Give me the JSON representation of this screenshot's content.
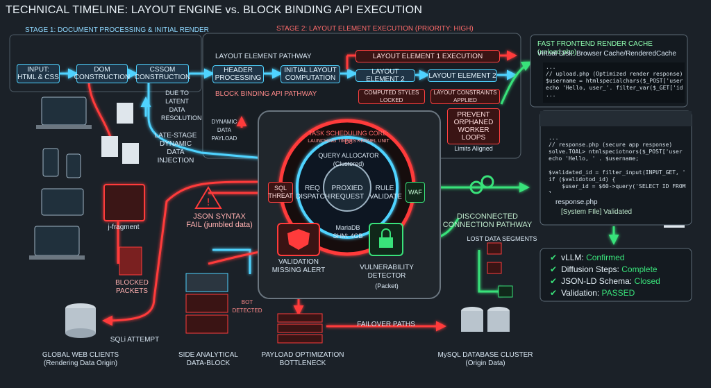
{
  "title": "TECHNICAL TIMELINE: LAYOUT ENGINE vs. BLOCK BINDING API EXECUTION",
  "stage1": "STAGE 1: DOCUMENT PROCESSING & INITIAL RENDER",
  "stage2": "STAGE 2: LAYOUT ELEMENT EXECUTION (PRIORITY: HIGH)",
  "pipeline": {
    "input": "INPUT:\nHTML & CSS",
    "dom": "DOM\nCONSTRUCTION",
    "cssom": "CSSOM\nCONSTRUCTION",
    "due_latent": "DUE TO\nLATENT\nDATA\nRESOLUTION",
    "late_stage": "LATE-STAGE\nDYNAMIC\nDATA\nINJECTION",
    "dynamic_payload": "DYNAMIC\nDATA\nPAYLOAD"
  },
  "layout": {
    "pathway": "LAYOUT ELEMENT PATHWAY",
    "header": "HEADER\nPROCESSING",
    "initial": "INITIAL LAYOUT\nCOMPUTATION",
    "el1": "LAYOUT ELEMENT 1 EXECUTION",
    "el2a": "LAYOUT ELEMENT 2",
    "el2b": "LAYOUT ELEMENT 2",
    "block_pathway": "BLOCK BINDING API PATHWAY",
    "computed": "COMPUTED STYLES\nLOCKED",
    "constraints": "LAYOUT CONSTRAINTS\nAPPLIED",
    "prevent": "PREVENT\nORPHANED\nWORKER\nLOOPS",
    "limits": "Limits Aligned"
  },
  "core": {
    "ring_title": "TASK SCHEDULING CORE: D8",
    "ring_sub": "LAUNCHING TIMERS KERNEL UNIT",
    "allocator": "QUERY ALLOCATOR (Clustered)",
    "sql_threat": "SQL\nTHREAT",
    "req_dispatch": "REQ\nDISPATCH",
    "proxied": "PROXIED\nREQUEST",
    "rule_validate": "RULE\nVALIDATE",
    "waf": "WAF",
    "mariadb": "MariaDB\nSHM: 4GB",
    "validation_missing": "VALIDATION\nMISSING ALERT",
    "vuln": "VULNERABILITY\nDETECTOR",
    "packet": "(Packet)"
  },
  "left": {
    "fragment": "j-fragment",
    "json_fail": "JSON SYNTAX\nFAIL (jumbled data)",
    "blocked": "BLOCKED\nPACKETS",
    "bot": "BOT DETECTED",
    "sqli": "SQLi ATTEMPT",
    "clients": "GLOBAL WEB CLIENTS\n(Rendering Data Origin)",
    "side": "SIDE ANALYTICAL\nDATA-BLOCK",
    "payload_opt": "PAYLOAD OPTIMIZATION\nBOTTLENECK",
    "failover": "FAILOVER PATHS",
    "disconnected": "DISCONNECTED\nCONNECTION PATHWAY",
    "lost": "LOST DATA SEGMENTS",
    "mysql": "MySQL DATABASE CLUSTER\n(Origin Data)"
  },
  "cache": {
    "title": "FAST FRONTEND RENDER CACHE (upload.php)",
    "subtitle": "Virtual Disk: Browser Cache/RenderedCache",
    "code": "...\n// upload.php (Optimized render response)\n$username = htmlspecialchars($_POST['usernam\necho 'Hello, user_'. filter_var($_GET['id'],\n..."
  },
  "editor": {
    "code": "...\n// response.php (secure app response)\nsolve.TOAL> ntmlspeciotnors($_POST['user\necho 'Hello, ' . $username;\n\n$validated_id = filter_input(INPUT_GET, '\nif ($validotod_id) {\n    $user_id = $60->query('SELECT ID FROM\n}",
    "file": "response.php",
    "validated": "[System FIle] Validated"
  },
  "checks": [
    {
      "label": "vLLM: ",
      "value": "Confirmed"
    },
    {
      "label": "Diffusion Steps: ",
      "value": "Complete"
    },
    {
      "label": "JSON-LD Schema: ",
      "value": "Closed"
    },
    {
      "label": "Validation: ",
      "value": "PASSED"
    }
  ],
  "colors": {
    "cyan": "#4fd3ff",
    "red": "#ff3b3b",
    "green": "#39e27a",
    "bg": "#1b2128"
  }
}
